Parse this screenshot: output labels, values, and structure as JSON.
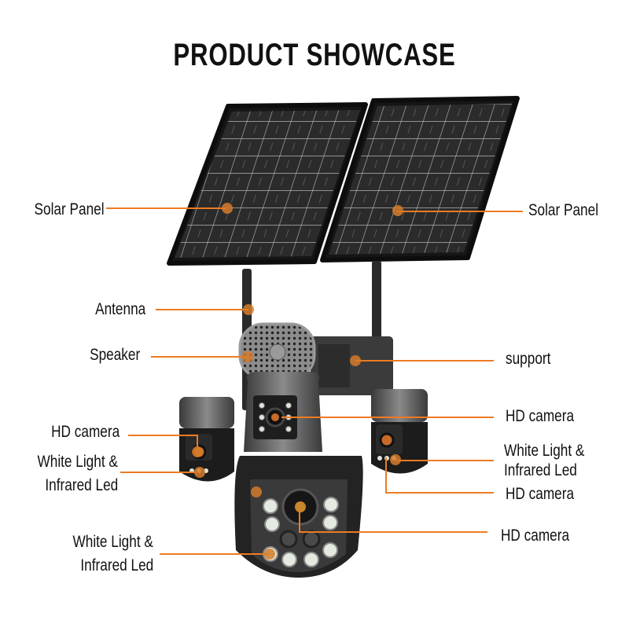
{
  "title": "PRODUCT SHOWCASE",
  "accent_color": "#ee7b22",
  "callouts": {
    "solar_panel_left": "Solar Panel",
    "solar_panel_right": "Solar Panel",
    "antenna": "Antenna",
    "speaker": "Speaker",
    "support": "support",
    "hd_camera_top_center": "HD camera",
    "hd_camera_left": "HD camera",
    "white_light_left_line1": "White Light &",
    "white_light_left_line2": "Infrared Led",
    "white_light_right_line1": "White Light &",
    "white_light_right_line2": "Infrared Led",
    "hd_camera_right": "HD camera",
    "hd_camera_main": "HD camera",
    "white_light_bottom_line1": "White Light &",
    "white_light_bottom_line2": "Infrared Led"
  }
}
